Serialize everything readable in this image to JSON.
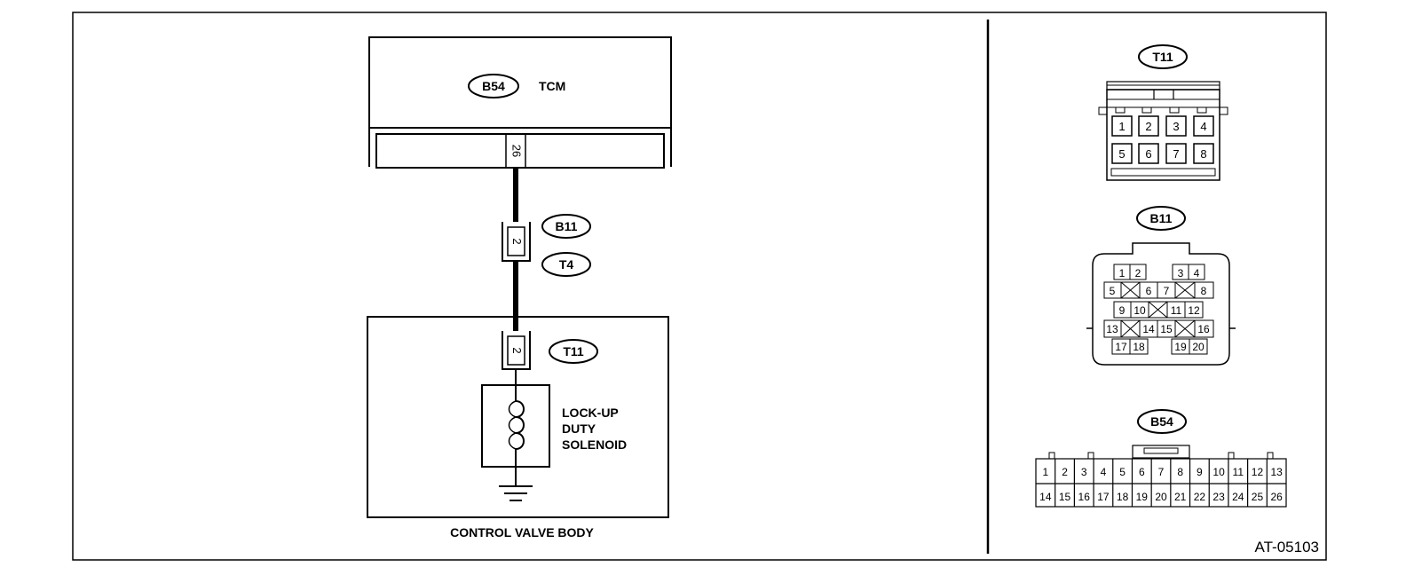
{
  "diagram": {
    "tcm": {
      "connector": "B54",
      "label": "TCM",
      "pin": "26"
    },
    "harness_connector": {
      "top": "B11",
      "bottom": "T4",
      "pin": "2"
    },
    "valve_connector": {
      "name": "T11",
      "pin": "2"
    },
    "solenoid_label": [
      "LOCK-UP",
      "DUTY",
      "SOLENOID"
    ],
    "valve_body_label": "CONTROL VALVE BODY",
    "figure_id": "AT-05103"
  },
  "connectors": {
    "t11": {
      "name": "T11",
      "pins": [
        "1",
        "2",
        "3",
        "4",
        "5",
        "6",
        "7",
        "8"
      ]
    },
    "b11": {
      "name": "B11",
      "pins": [
        "1",
        "2",
        "3",
        "4",
        "5",
        "6",
        "7",
        "8",
        "9",
        "10",
        "11",
        "12",
        "13",
        "14",
        "15",
        "16",
        "17",
        "18",
        "19",
        "20"
      ]
    },
    "b54": {
      "name": "B54",
      "pins": [
        "1",
        "2",
        "3",
        "4",
        "5",
        "6",
        "7",
        "8",
        "9",
        "10",
        "11",
        "12",
        "13",
        "14",
        "15",
        "16",
        "17",
        "18",
        "19",
        "20",
        "21",
        "22",
        "23",
        "24",
        "25",
        "26"
      ]
    }
  }
}
